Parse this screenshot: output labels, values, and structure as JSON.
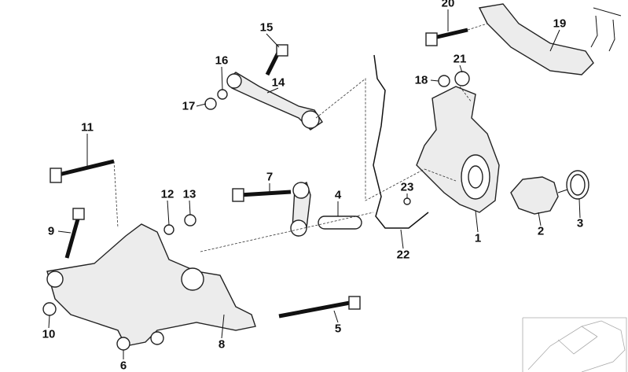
{
  "diagram": {
    "title": "Rear axle suspension parts",
    "callouts": [
      {
        "id": "1",
        "label": "1"
      },
      {
        "id": "2",
        "label": "2"
      },
      {
        "id": "3",
        "label": "3"
      },
      {
        "id": "4",
        "label": "4"
      },
      {
        "id": "5",
        "label": "5"
      },
      {
        "id": "6",
        "label": "6"
      },
      {
        "id": "7",
        "label": "7"
      },
      {
        "id": "8",
        "label": "8"
      },
      {
        "id": "9",
        "label": "9"
      },
      {
        "id": "10",
        "label": "10"
      },
      {
        "id": "11",
        "label": "11"
      },
      {
        "id": "12",
        "label": "12"
      },
      {
        "id": "13",
        "label": "13"
      },
      {
        "id": "14",
        "label": "14"
      },
      {
        "id": "15",
        "label": "15"
      },
      {
        "id": "16",
        "label": "16"
      },
      {
        "id": "17",
        "label": "17"
      },
      {
        "id": "18",
        "label": "18"
      },
      {
        "id": "19",
        "label": "19"
      },
      {
        "id": "20",
        "label": "20"
      },
      {
        "id": "21",
        "label": "21"
      },
      {
        "id": "22",
        "label": "22"
      },
      {
        "id": "23",
        "label": "23"
      }
    ]
  }
}
